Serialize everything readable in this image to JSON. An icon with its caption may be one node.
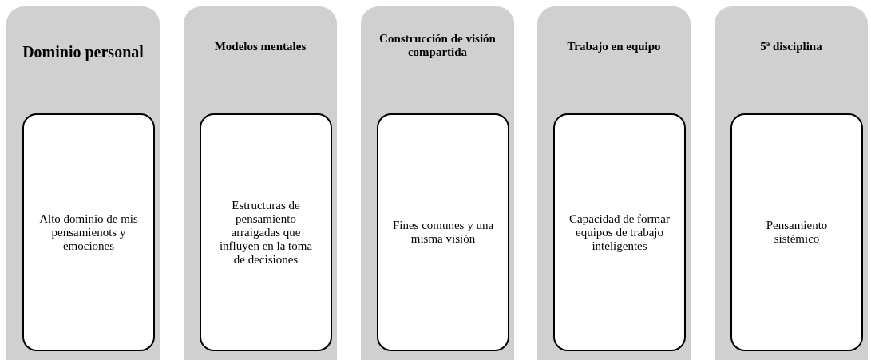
{
  "diagram": {
    "nodes": [
      {
        "text": [
          "Dominio personal"
        ]
      },
      {
        "text": [
          "Alto dominio de mis pensamienots y emociones"
        ],
        "in": 0
      },
      {
        "text": [
          "Modelos mentales"
        ]
      },
      {
        "text": [
          "Estructuras de pensamiento arraigadas que influyen en la toma de decisiones"
        ],
        "in": 2
      },
      {
        "text": [
          "Construcción de visión compartida"
        ]
      },
      {
        "text": [
          "Fines comunes y una misma visión"
        ],
        "in": 4
      },
      {
        "text": [
          "Trabajo en equipo"
        ]
      },
      {
        "text": [
          "Capacidad de formar equipos de trabajo inteligentes"
        ],
        "in": 6
      },
      {
        "text": [
          "5ª disciplina"
        ]
      },
      {
        "text": [
          "Pensamiento sistémico"
        ],
        "in": 8
      }
    ]
  }
}
